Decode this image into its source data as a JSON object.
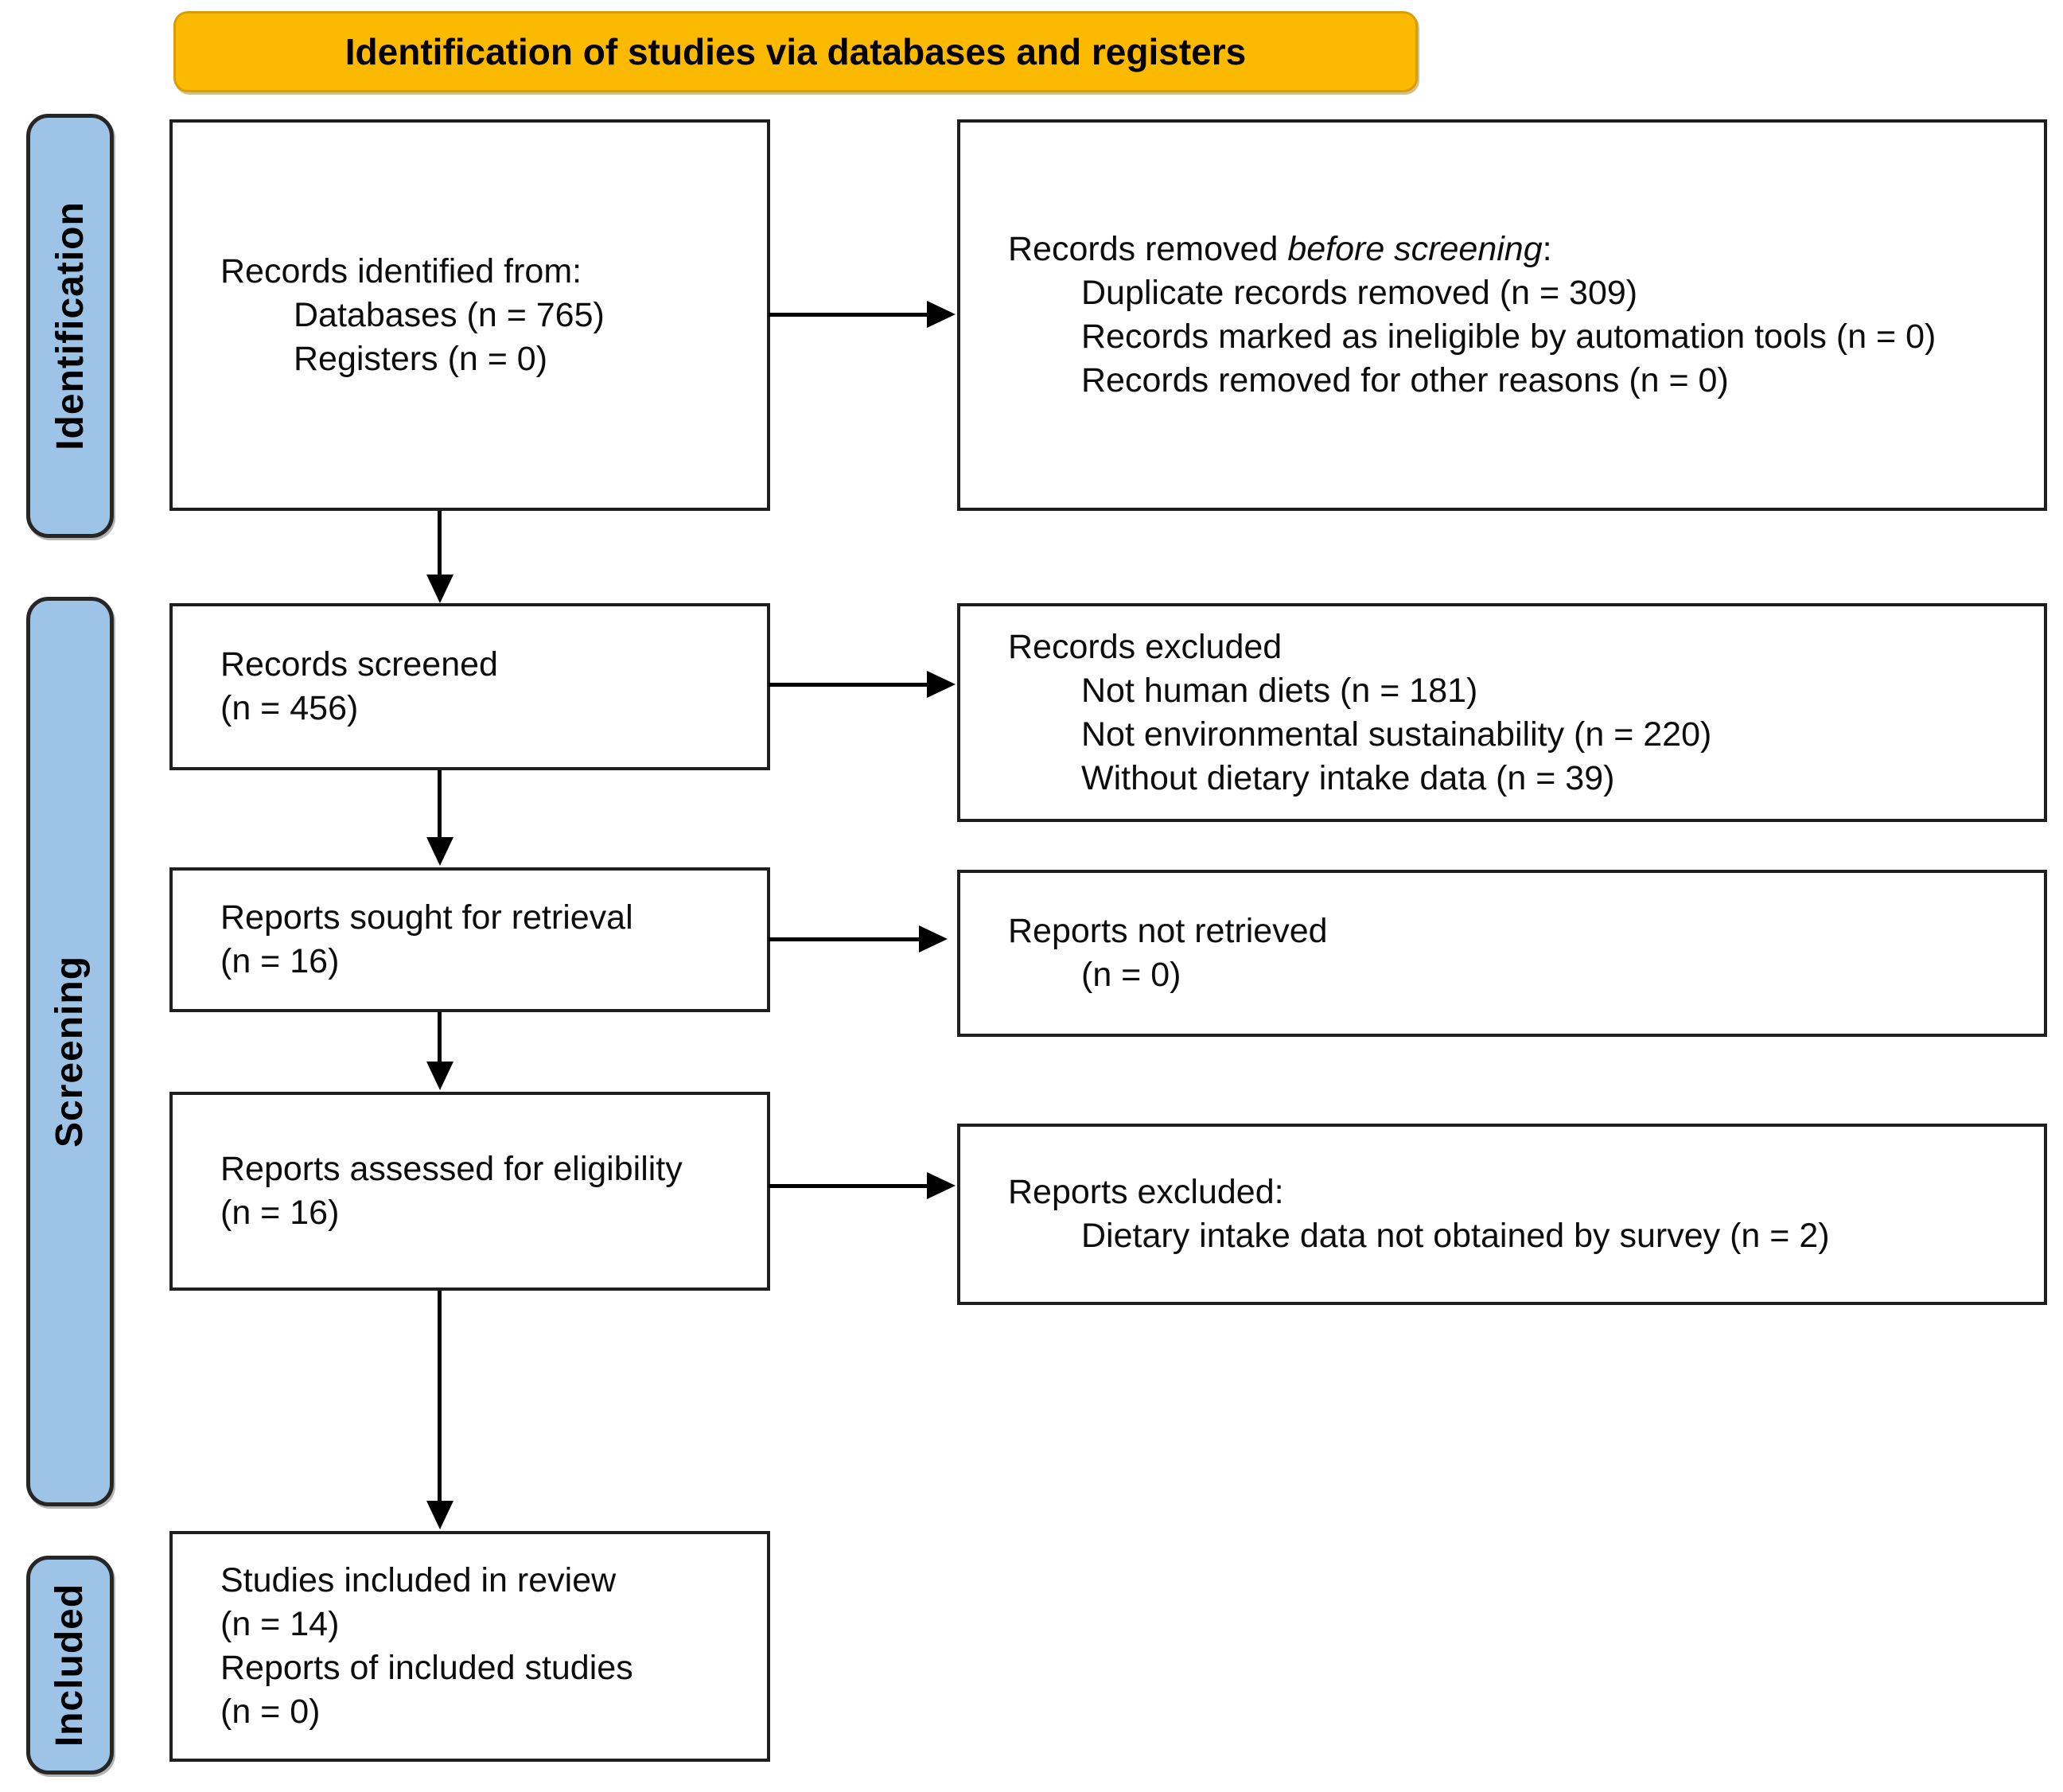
{
  "banner": {
    "title": "Identification of studies via databases and registers"
  },
  "stages": [
    {
      "label": "Identification"
    },
    {
      "label": "Screening"
    },
    {
      "label": "Included"
    }
  ],
  "colors": {
    "banner_fill": "#FBBA00",
    "stage_fill": "#9DC3E6",
    "box_border": "#1F1F1F"
  },
  "flow": {
    "records_identified": {
      "line1": "Records identified from:",
      "line2": "Databases (n = 765)",
      "line3": "Registers (n = 0)"
    },
    "records_screened": {
      "line1": "Records screened",
      "line2": "(n = 456)"
    },
    "reports_sought": {
      "line1": "Reports sought for retrieval",
      "line2": "(n = 16)"
    },
    "reports_assessed": {
      "line1": "Reports assessed for eligibility",
      "line2": "(n = 16)"
    },
    "studies_included": {
      "line1": "Studies included in review",
      "line2": "(n = 14)",
      "line3": "Reports of included studies",
      "line4": "(n = 0)"
    }
  },
  "exclusions": {
    "removed_before_screening": {
      "title_pre": "Records removed ",
      "title_italic": "before screening",
      "title_post": ":",
      "item1": "Duplicate records removed (n = 309)",
      "item2": "Records marked as ineligible by automation tools (n = 0)",
      "item3": "Records removed for other reasons (n = 0)"
    },
    "records_excluded": {
      "title": "Records excluded",
      "item1": "Not human diets (n = 181)",
      "item2": "Not environmental sustainability (n = 220)",
      "item3": "Without dietary intake data (n = 39)"
    },
    "reports_not_retrieved": {
      "title": "Reports not retrieved",
      "item1": "(n = 0)"
    },
    "reports_excluded": {
      "title": "Reports excluded:",
      "item1": "Dietary intake data not obtained by survey (n = 2)"
    }
  }
}
